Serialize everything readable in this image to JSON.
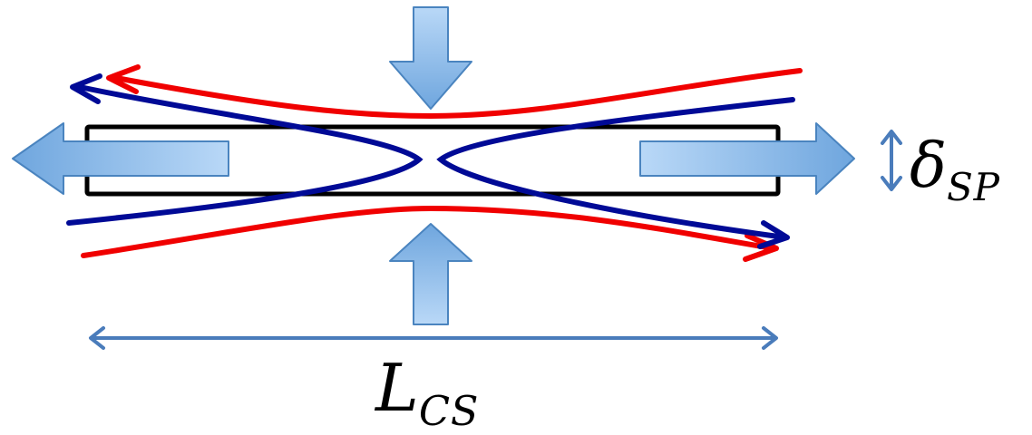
{
  "labels": {
    "thickness_symbol": "δ",
    "thickness_subscript": "SP",
    "length_symbol": "L",
    "length_subscript": "CS"
  },
  "colors": {
    "field_line_red": "#f00000",
    "field_line_blue": "#000a96",
    "flow_arrow_fill": "#8fc0f2",
    "flow_arrow_stroke": "#4a84bf",
    "dimension_arrow": "#4a7cbb",
    "current_sheet_outline": "#000000"
  }
}
